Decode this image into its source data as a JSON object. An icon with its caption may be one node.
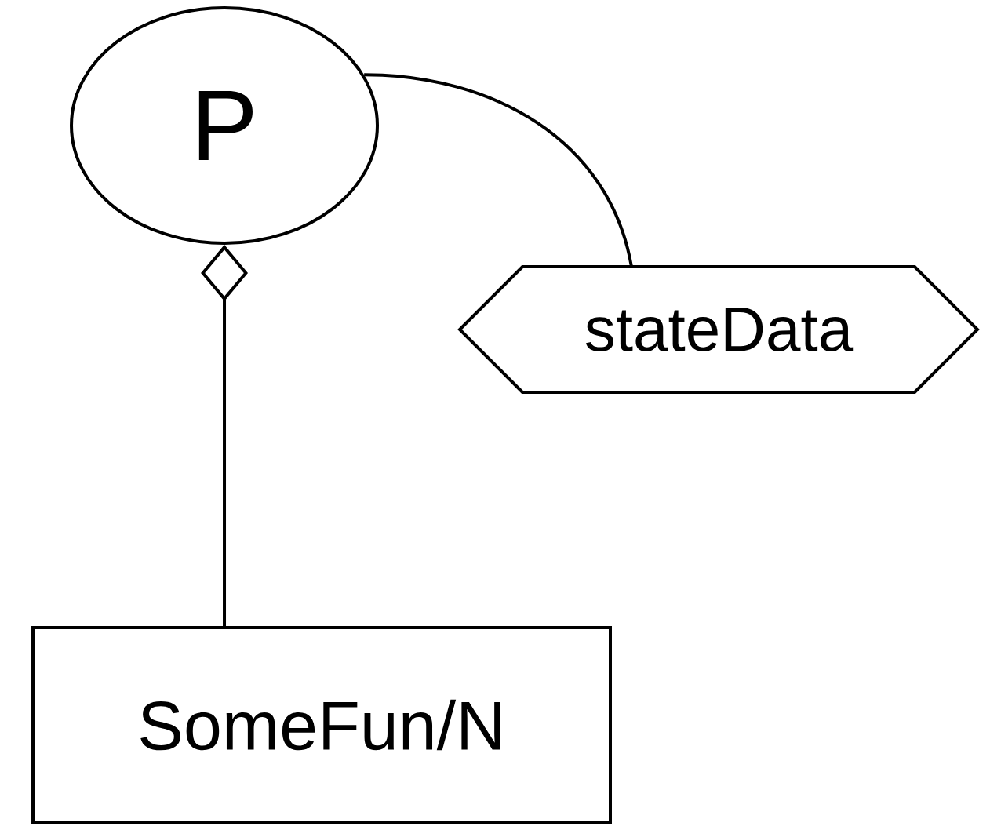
{
  "diagram": {
    "nodes": [
      {
        "text": [
          "P"
        ]
      },
      {
        "text": [
          "stateData"
        ]
      },
      {
        "text": [
          "SomeFun/N"
        ]
      }
    ],
    "edges": [
      {
        "from": 0,
        "to": 1,
        "arrow": "none"
      },
      {
        "from": 0,
        "to": 2,
        "arrow": "other"
      }
    ]
  }
}
